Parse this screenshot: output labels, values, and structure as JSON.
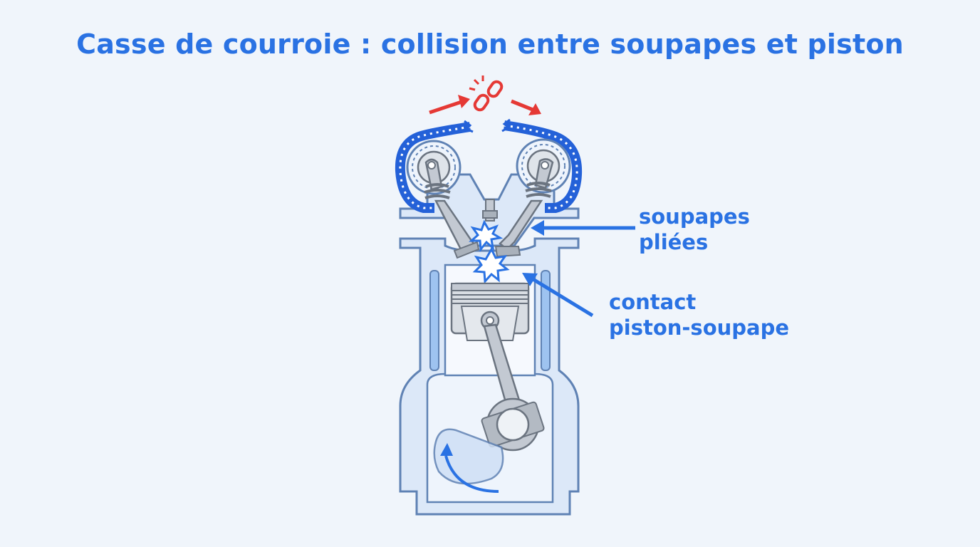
{
  "title": "Casse de courroie : collision entre soupapes et piston",
  "labels": {
    "valves_line1": "soupapes",
    "valves_line2": "pliées",
    "contact_line1": "contact",
    "contact_line2": "piston-soupape"
  },
  "colors": {
    "accent_blue": "#2a72e3",
    "belt_blue": "#2461d8",
    "engine_fill": "#dce8f8",
    "engine_stroke": "#5f82b4",
    "break_red": "#e53935",
    "metal": "#b9c0c9"
  }
}
